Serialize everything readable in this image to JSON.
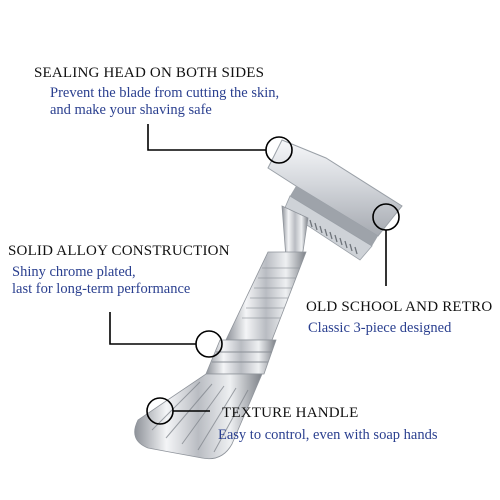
{
  "colors": {
    "heading": "#111111",
    "description": "#2a3f8f",
    "callout": "#000000"
  },
  "callouts": [
    {
      "id": "sealing-head",
      "title": "SEALING HEAD ON BOTH SIDES",
      "lines": [
        "Prevent the blade from cutting the skin,",
        "and make your shaving safe"
      ]
    },
    {
      "id": "solid-alloy",
      "title": "SOLID ALLOY CONSTRUCTION",
      "lines": [
        "Shiny chrome plated,",
        "last for long-term performance"
      ]
    },
    {
      "id": "old-school",
      "title": "OLD SCHOOL AND RETRO",
      "lines": [
        "Classic 3-piece designed"
      ]
    },
    {
      "id": "texture-handle",
      "title": "TEXTURE HANDLE",
      "lines": [
        "Easy to control, even with soap hands"
      ]
    }
  ]
}
